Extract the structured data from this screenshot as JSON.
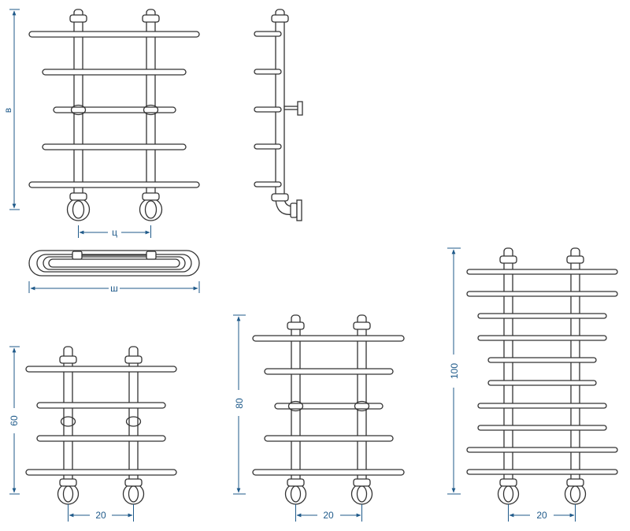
{
  "colors": {
    "dimension": "#1f5a8a",
    "outline": "#333333",
    "background": "#ffffff"
  },
  "views": {
    "schematic_front": {
      "height_label": "в",
      "center_label": "ц",
      "shelves": 5
    },
    "schematic_top": {
      "width_label": "ш"
    },
    "model_60": {
      "height_label": "60",
      "center_label": "20",
      "shelves": 4
    },
    "model_80": {
      "height_label": "80",
      "center_label": "20",
      "shelves": 5
    },
    "model_100": {
      "height_label": "100",
      "center_label": "20",
      "shelves": 10
    }
  }
}
